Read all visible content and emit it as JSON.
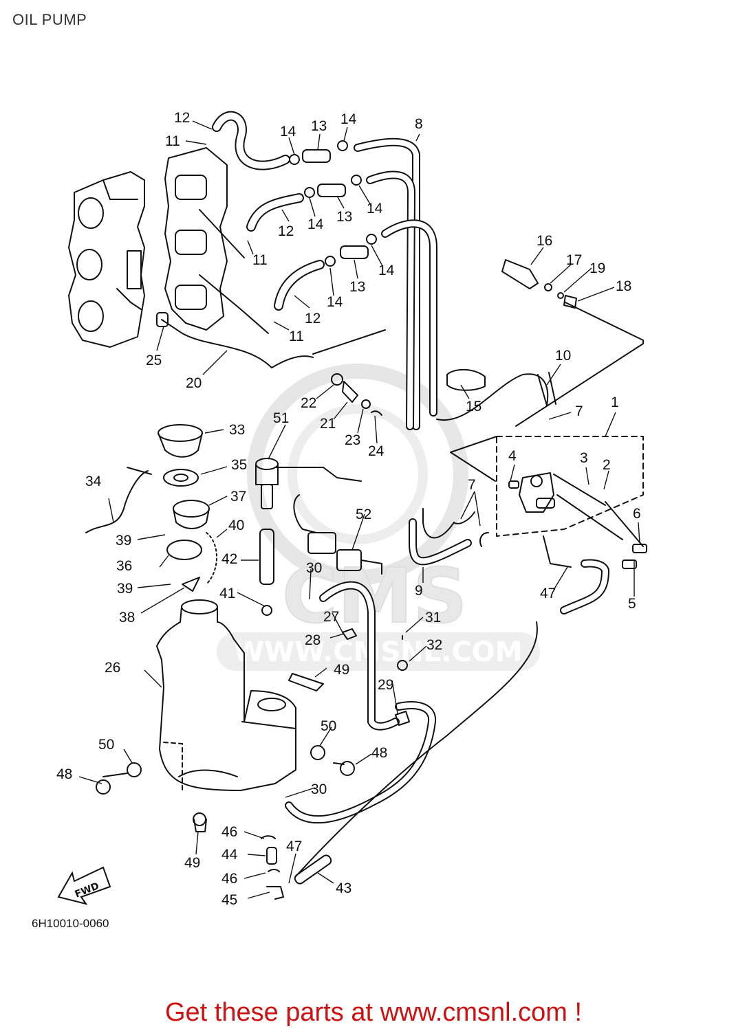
{
  "page": {
    "title": "OIL PUMP"
  },
  "diagram": {
    "code": "6H10010-0060",
    "fwd_label": "FWD",
    "watermark": {
      "brand": "CMS",
      "url": "WWW.CMSNL.COM"
    },
    "part_labels": [
      "1",
      "2",
      "3",
      "4",
      "5",
      "6",
      "7",
      "7",
      "7",
      "8",
      "9",
      "10",
      "11",
      "11",
      "11",
      "12",
      "12",
      "12",
      "13",
      "13",
      "13",
      "14",
      "14",
      "14",
      "14",
      "14",
      "14",
      "15",
      "16",
      "17",
      "18",
      "19",
      "20",
      "21",
      "22",
      "23",
      "24",
      "25",
      "26",
      "27",
      "28",
      "29",
      "30",
      "30",
      "31",
      "32",
      "33",
      "34",
      "35",
      "36",
      "37",
      "38",
      "39",
      "39",
      "40",
      "41",
      "42",
      "43",
      "44",
      "45",
      "46",
      "46",
      "47",
      "47",
      "48",
      "48",
      "49",
      "49",
      "50",
      "50",
      "51",
      "52"
    ]
  },
  "footer": {
    "text": "Get these parts at www.cmsnl.com !"
  },
  "colors": {
    "line": "#111111",
    "footer": "#d01010",
    "watermark": "#e6e6e6"
  }
}
